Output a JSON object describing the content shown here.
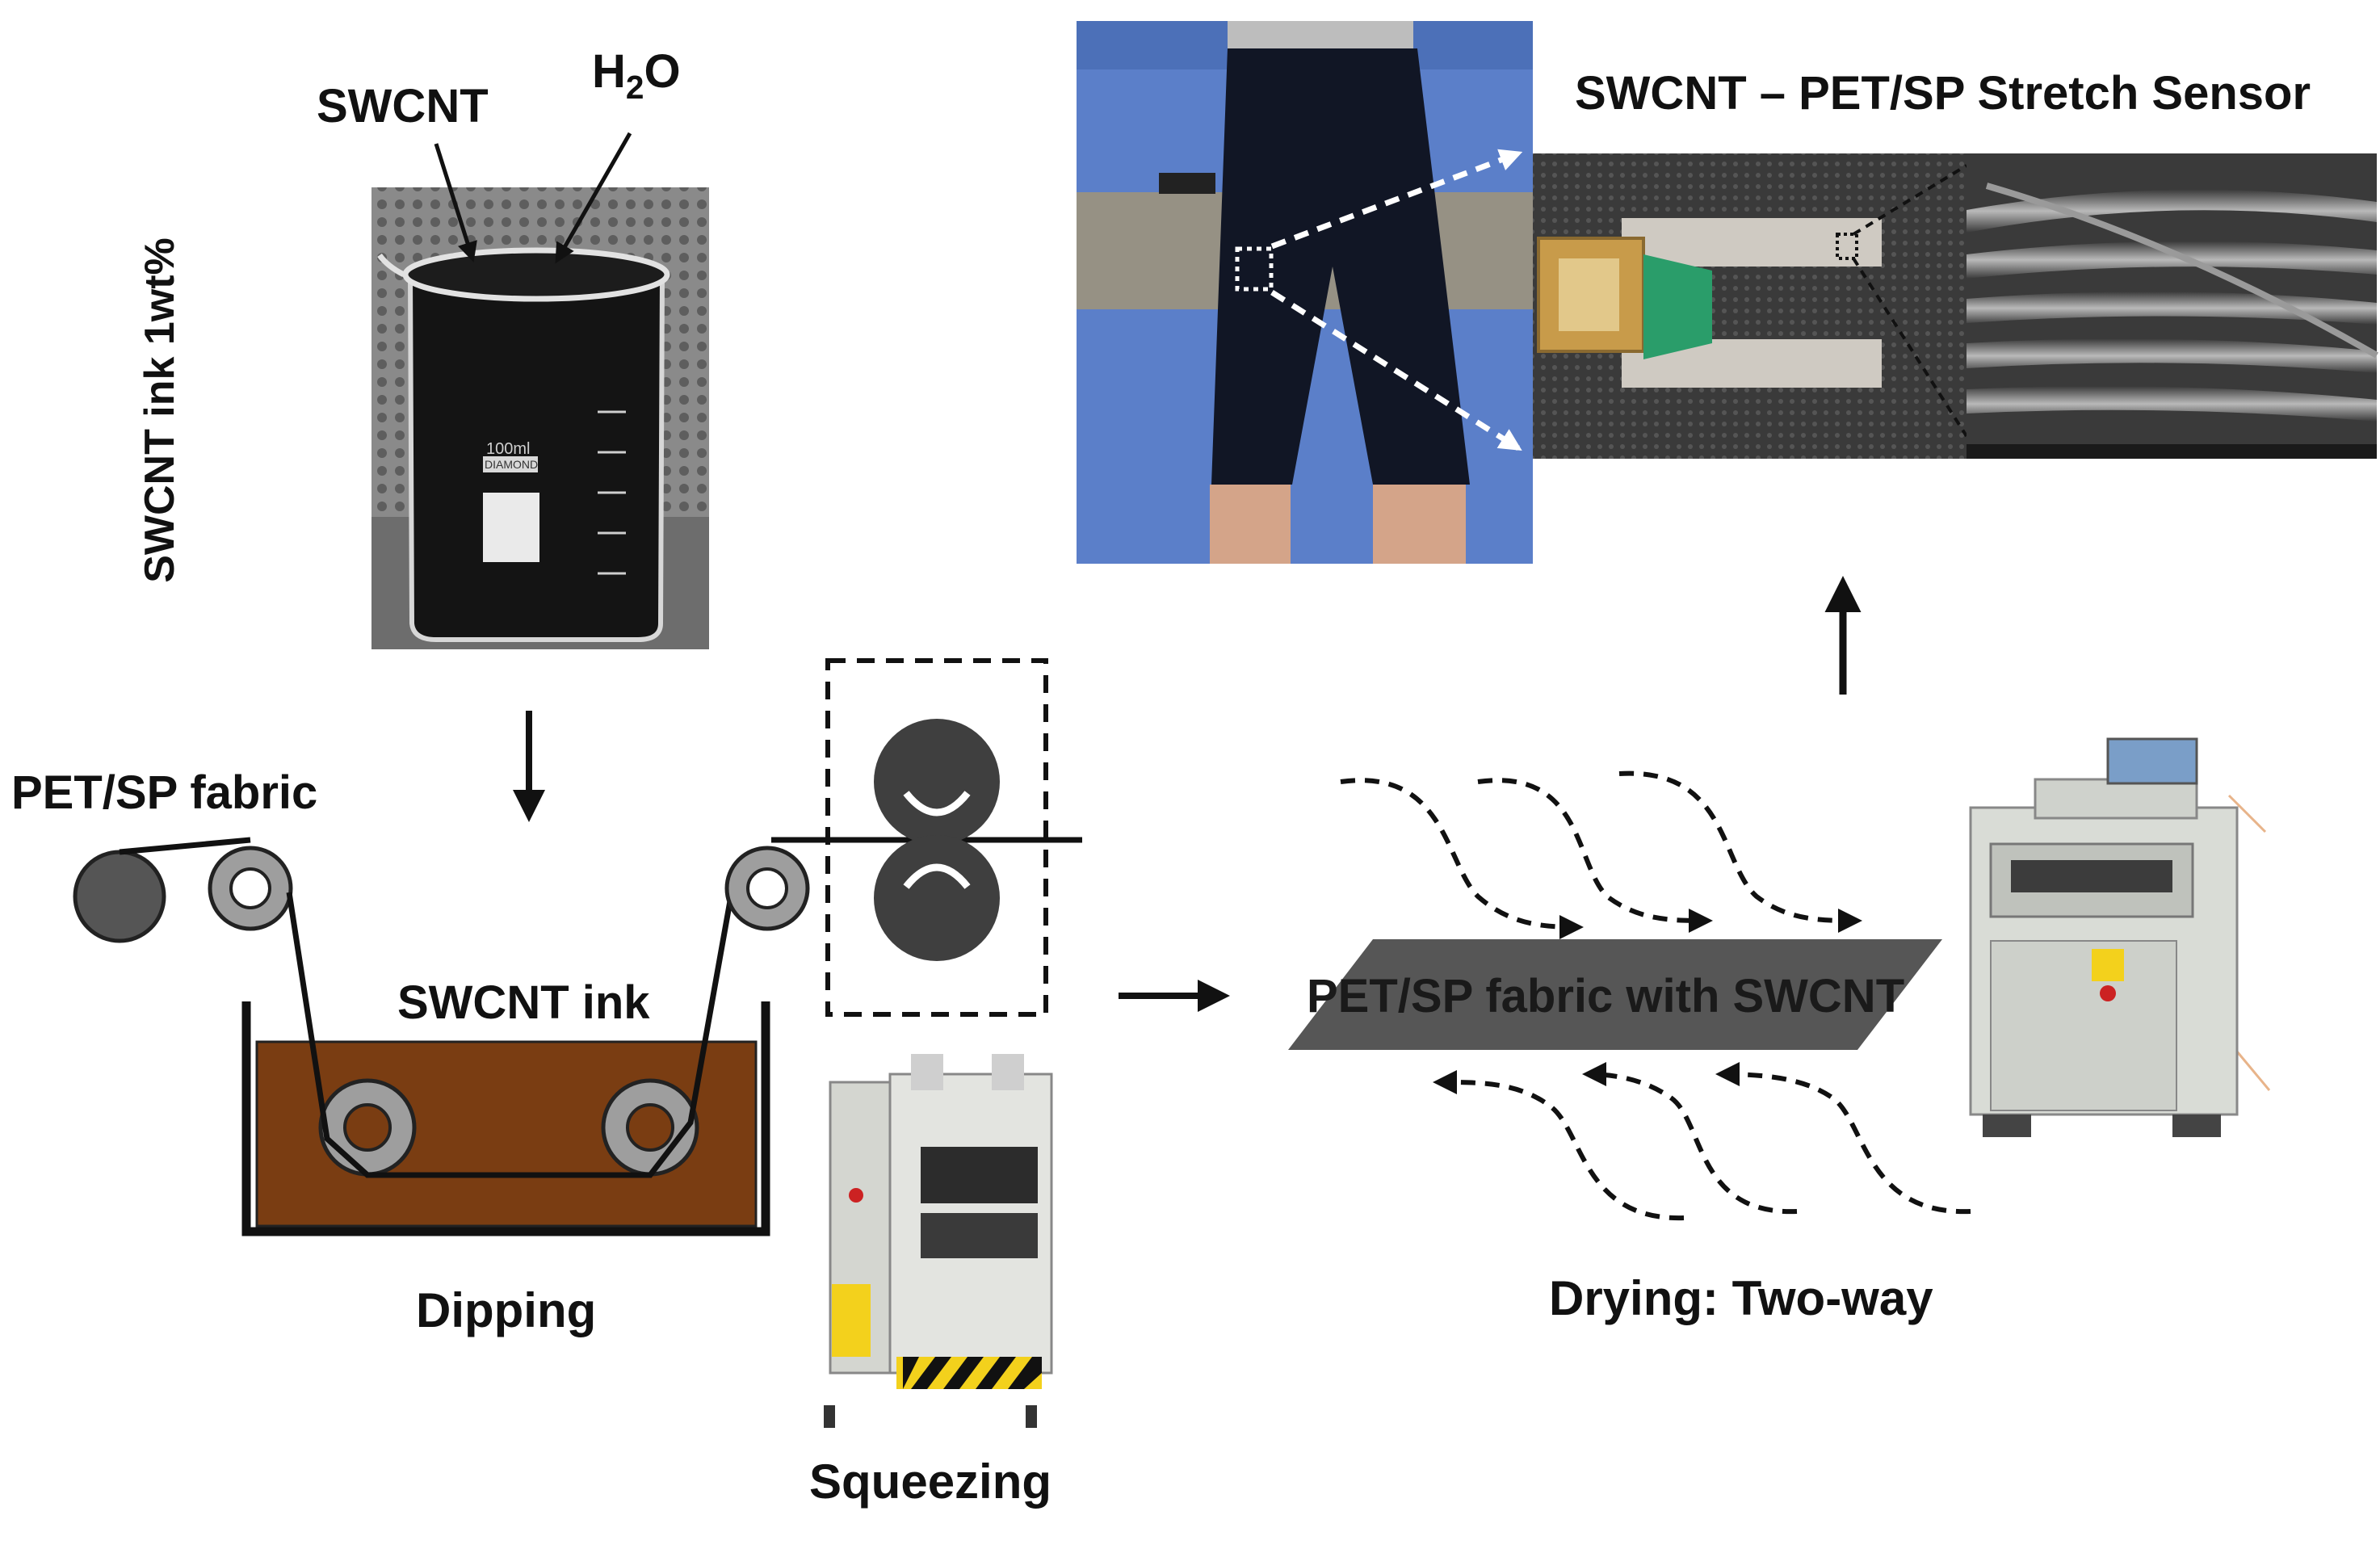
{
  "beaker": {
    "label_swcnt": "SWCNT",
    "label_h2o": "H",
    "label_h2o_sub": "2",
    "label_h2o_tail": "O",
    "vertical_label": "SWCNT ink 1wt%",
    "beaker_text_volume": "100ml",
    "beaker_text_brand": "DIAMOND"
  },
  "dipping": {
    "fabric_label": "PET/SP fabric",
    "bath_label": "SWCNT ink",
    "caption": "Dipping",
    "bath_color": "#7a3d12"
  },
  "squeezing": {
    "caption": "Squeezing"
  },
  "drying": {
    "sheet_label": "PET/SP fabric with SWCNT",
    "caption": "Drying: Two-way"
  },
  "sensor": {
    "title": "SWCNT – PET/SP Stretch Sensor"
  },
  "colors": {
    "roller_dark": "#3f3f3f",
    "roller_gray": "#9e9e9e",
    "machine": "#d9dcd6",
    "photo_bg": "#5b7fc9"
  }
}
